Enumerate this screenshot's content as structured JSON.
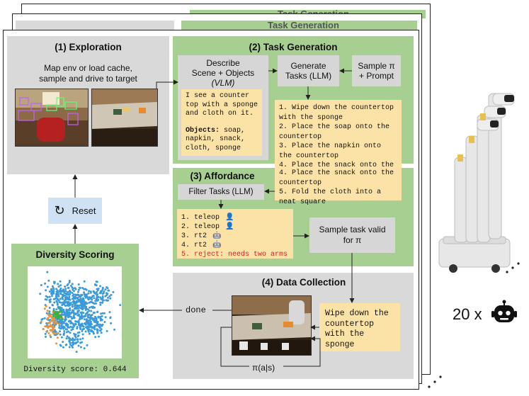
{
  "exploration": {
    "title": "(1) Exploration",
    "description_line1": "Map env or load cache,",
    "description_line2": "sample and drive to target"
  },
  "task_generation": {
    "title": "(2) Task Generation",
    "describe_line1": "Describe",
    "describe_line2": "Scene + Objects",
    "describe_model": "(VLM)",
    "vlm_output_line1": "I see a counter",
    "vlm_output_line2": "top with a sponge",
    "vlm_output_line3": "and cloth on it.",
    "objects_label": "Objects:",
    "objects_line1": " soap,",
    "objects_line2": "napkin, snack,",
    "objects_line3": "cloth, sponge",
    "generate_line1": "Generate",
    "generate_line2": "Tasks (LLM)",
    "sample_line1": "Sample π",
    "sample_line2": "+ Prompt",
    "tasks": [
      "1. Wipe down the countertop",
      "with the sponge",
      "2. Place the soap onto the",
      "countertop",
      "3. Place the napkin onto",
      "the countertop",
      "4. Place the snack onto the",
      "countertop",
      "5. Fold the cloth into a",
      "neat square"
    ]
  },
  "affordance": {
    "title": "(3) Affordance",
    "filter_label": "Filter Tasks (LLM)",
    "policies": [
      "1. teleop",
      "2. teleop",
      "3. rt2",
      "4. rt2",
      "5. reject: needs two arms"
    ],
    "sample_valid_line1": "Sample task valid",
    "sample_valid_line2": "for π"
  },
  "data_collection": {
    "title": "(4) Data Collection",
    "done_label": "done",
    "policy_label": "π(a|s)",
    "task_text": [
      "Wipe down the",
      "countertop",
      "with the",
      "sponge"
    ]
  },
  "diversity": {
    "title": "Diversity Scoring",
    "score_label": "Diversity score: 0.644"
  },
  "reset_label": "Reset",
  "robot_count": "20 x",
  "ghost_titles": [
    "Task Generation",
    "Task Generation"
  ],
  "colors": {
    "green": "#a8cf92",
    "gray": "#d9d9d9",
    "yellow": "#fbe3a8",
    "reject_red": "#cc2222",
    "reset_blue": "#cfe2f3",
    "scatter_blue": "#3b9ad9",
    "scatter_orange": "#e8913a",
    "scatter_green": "#3cb043"
  }
}
